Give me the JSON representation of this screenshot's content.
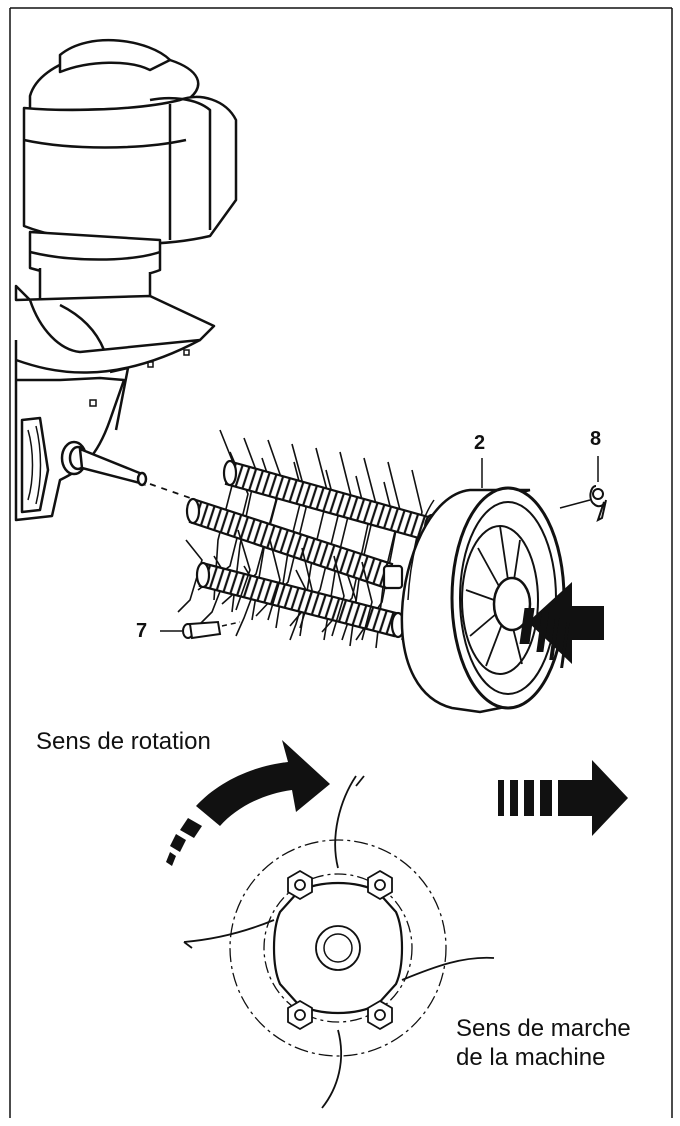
{
  "callouts": {
    "wheel": "2",
    "pin": "7",
    "clip": "8"
  },
  "captions": {
    "rotation": "Sens de rotation",
    "travel_line1": "Sens de marche",
    "travel_line2": "de la machine"
  },
  "colors": {
    "ink": "#111111",
    "paper": "#ffffff"
  }
}
